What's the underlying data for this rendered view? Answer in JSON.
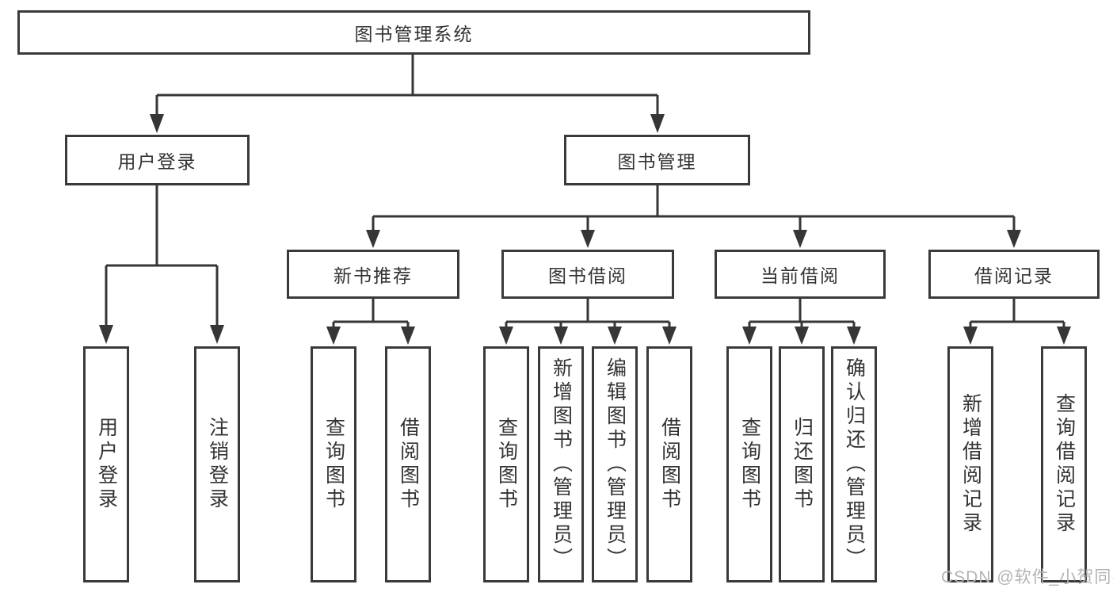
{
  "diagram": {
    "root": {
      "label": "图书管理系统"
    },
    "branches": [
      {
        "label": "用户登录",
        "children": [
          {
            "label": "用户登录"
          },
          {
            "label": "注销登录"
          }
        ]
      },
      {
        "label": "图书管理",
        "children": [
          {
            "label": "新书推荐",
            "children": [
              {
                "label": "查询图书"
              },
              {
                "label": "借阅图书"
              }
            ]
          },
          {
            "label": "图书借阅",
            "children": [
              {
                "label": "查询图书"
              },
              {
                "label": "新增图书（管理员）"
              },
              {
                "label": "编辑图书（管理员）"
              },
              {
                "label": "借阅图书"
              }
            ]
          },
          {
            "label": "当前借阅",
            "children": [
              {
                "label": "查询图书"
              },
              {
                "label": "归还图书"
              },
              {
                "label": "确认归还（管理员）"
              }
            ]
          },
          {
            "label": "借阅记录",
            "children": [
              {
                "label": "新增借阅记录"
              },
              {
                "label": "查询借阅记录"
              }
            ]
          }
        ]
      }
    ]
  },
  "watermark": {
    "text": "CSDN @软件_小贺同学"
  },
  "colors": {
    "line": "#363636",
    "box_border": "#3a3a3a",
    "text": "#333333",
    "watermark": "#b3b3b3",
    "background": "#ffffff"
  }
}
